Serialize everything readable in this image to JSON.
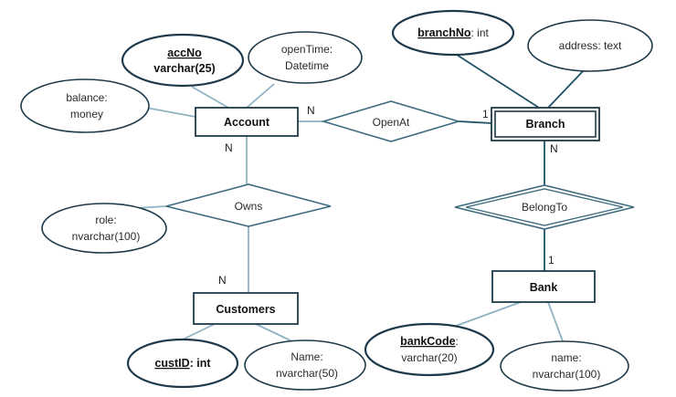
{
  "entities": {
    "account": "Account",
    "branch": "Branch",
    "customers": "Customers",
    "bank": "Bank"
  },
  "relationships": {
    "open_at": "OpenAt",
    "owns": "Owns",
    "belong_to": "BelongTo"
  },
  "attributes": {
    "acc_no_key": "accNo",
    "acc_no_type": "varchar(25)",
    "open_time_name": "openTime:",
    "open_time_type": "Datetime",
    "balance_name": "balance:",
    "balance_type": "money",
    "branch_no_key": "branchNo",
    "branch_no_type": ": int",
    "address": "address: text",
    "role_name": "role:",
    "role_type": "nvarchar(100)",
    "cust_id_key": "custID",
    "cust_id_type": ": int",
    "cust_name_name": "Name:",
    "cust_name_type": "nvarchar(50)",
    "bank_code_key": "bankCode",
    "bank_code_type": ":",
    "bank_code_type2": "varchar(20)",
    "bank_name_name": "name:",
    "bank_name_type": "nvarchar(100)"
  },
  "cardinalities": {
    "account_openat": "N",
    "branch_openat": "1",
    "account_owns": "N",
    "customers_owns": "N",
    "branch_belongto": "N",
    "bank_belongto": "1"
  }
}
